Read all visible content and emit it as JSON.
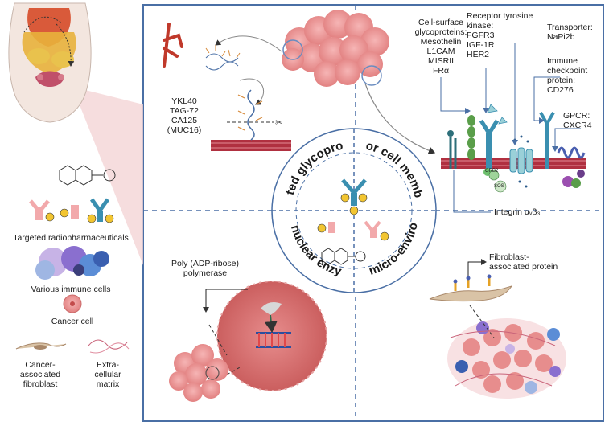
{
  "legend": {
    "radiopharmaceuticals": "Targeted radiopharmaceuticals",
    "immune_cells": "Various immune cells",
    "cancer_cell": "Cancer cell",
    "caf": "Cancer-\nassociated\nfibroblast",
    "ecm": "Extra-\ncellular\nmatrix"
  },
  "center": {
    "secreted": "Secreted glycoproteins",
    "membrane": "Tumor cell membrane",
    "intranuclear": "Intranuclear enzymes",
    "microenv": "Tumor micro-environment"
  },
  "secreted_targets": "YKL40\nTAG-72\nCA125\n(MUC16)",
  "membrane_targets": {
    "glyco": "Cell-surface\nglycoproteins:\nMesothelin\nL1CAM\nMISRII\nFRα",
    "rtk": "Receptor tyrosine\nkinase:\nFGFR3\nIGF-1R\nHER2",
    "transporter": "Transporter:\nNaPi2b",
    "checkpoint": "Immune\ncheckpoint\nprotein:\nCD276",
    "gpcr": "GPCR:\nCXCR4",
    "integrin": "Integrin αᵥβ₃",
    "grb2": "GRB2",
    "sos": "SOS"
  },
  "parp_label": "Poly (ADP-ribose)\npolymerase",
  "fap_label": "Fibroblast-\nassociated protein",
  "colors": {
    "frame": "#4a6fa5",
    "circle_fill": "#ffffff",
    "quadrant_line": "#4a6fa5",
    "cancer_cell": "#e98a8a",
    "membrane": "#b03040",
    "antibody_blue": "#3a8fb0",
    "nuclear_yellow": "#f2c531"
  }
}
